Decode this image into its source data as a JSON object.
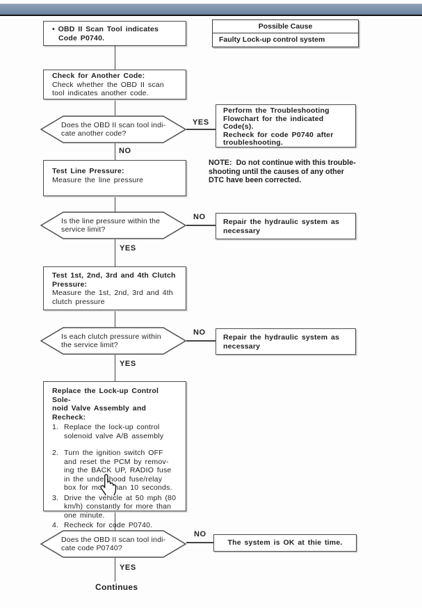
{
  "header": {
    "accent_color": "#7589a3"
  },
  "labels": {
    "yes": "YES",
    "no": "NO",
    "continues": "Continues"
  },
  "table": {
    "header": "Possible Cause",
    "row": "Faulty Lock-up control system"
  },
  "nodes": {
    "start": "• OBD II Scan Tool indicates\nCode P0740.",
    "check_another": {
      "title": "Check for Another Code:",
      "body": "Check whether the OBD II scan\ntool indicates another code."
    },
    "q_another": "Does the OBD II scan tool indi-\ncate another code?",
    "perform": "Perform the Troubleshooting\nFlowchart for the indicated\nCode(s).\nRecheck for code P0740 after\ntroubleshooting.",
    "note": "NOTE:  Do not continue with this trouble-\nshooting until the causes of any other\nDTC have been corrected.",
    "test_line": {
      "title": "Test Line Pressure:",
      "body": "Measure the line pressure"
    },
    "q_line": "Is the line pressure within the\nservice limit?",
    "repair_line": "Repair the hydraulic system as\nnecessary",
    "test_clutch": {
      "title": "Test 1st, 2nd, 3rd and 4th Clutch\nPressure:",
      "body": "Measure the 1st, 2nd, 3rd and 4th\nclutch pressure"
    },
    "q_clutch": "Is each clutch pressure within\nthe service limit?",
    "repair_clutch": "Repair the hydraulic system as\nnecessary",
    "replace": {
      "title": "Replace the Lock-up Control Sole-\nnoid Valve Assembly and Recheck:",
      "items": [
        {
          "num": "1.",
          "text": "Replace the lock-up control\nsolenoid valve A/B assembly"
        },
        {
          "num": "2.",
          "text": "Turn the ignition switch OFF\nand reset the PCM by remov-\ning the BACK UP, RADIO fuse\nin the under-hood fuse/relay\nbox for more than 10 seconds."
        },
        {
          "num": "3.",
          "text": "Drive the vehicle at 50 mph (80\nkm/h) constantly for more than\none minute."
        },
        {
          "num": "4.",
          "text": "Recheck for code P0740."
        }
      ]
    },
    "q_p0740": "Does the OBD II scan tool indi-\ncate code P0740?",
    "ok": "The system is OK at thie time."
  },
  "icons": {
    "cursor": "hand-pointer-cursor"
  }
}
